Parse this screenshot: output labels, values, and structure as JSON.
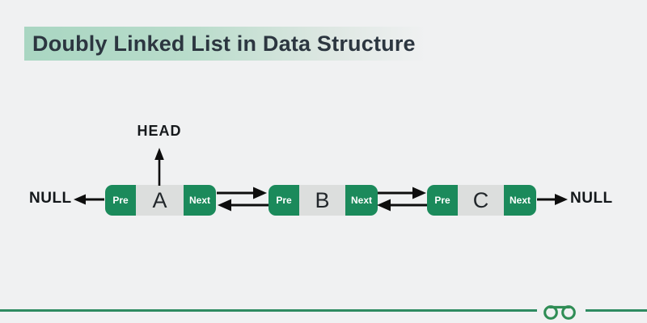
{
  "title": {
    "text": "Doubly Linked List in Data Structure"
  },
  "diagram": {
    "head_label": "HEAD",
    "null_left_label": "NULL",
    "null_right_label": "NULL",
    "nodes": [
      {
        "prev": "Pre",
        "value": "A",
        "next": "Next"
      },
      {
        "prev": "Pre",
        "value": "B",
        "next": "Next"
      },
      {
        "prev": "Pre",
        "value": "C",
        "next": "Next"
      }
    ]
  },
  "footer": {
    "logo": "geeksforgeeks-logo"
  },
  "colors": {
    "background": "#f0f1f2",
    "node_green": "#1b8a5b",
    "node_gray": "#dcdedd",
    "title_highlight": "#a9d6c2",
    "title_text": "#2c3640",
    "arrow": "#0e0e0e",
    "footer_line": "#2e8b61"
  }
}
